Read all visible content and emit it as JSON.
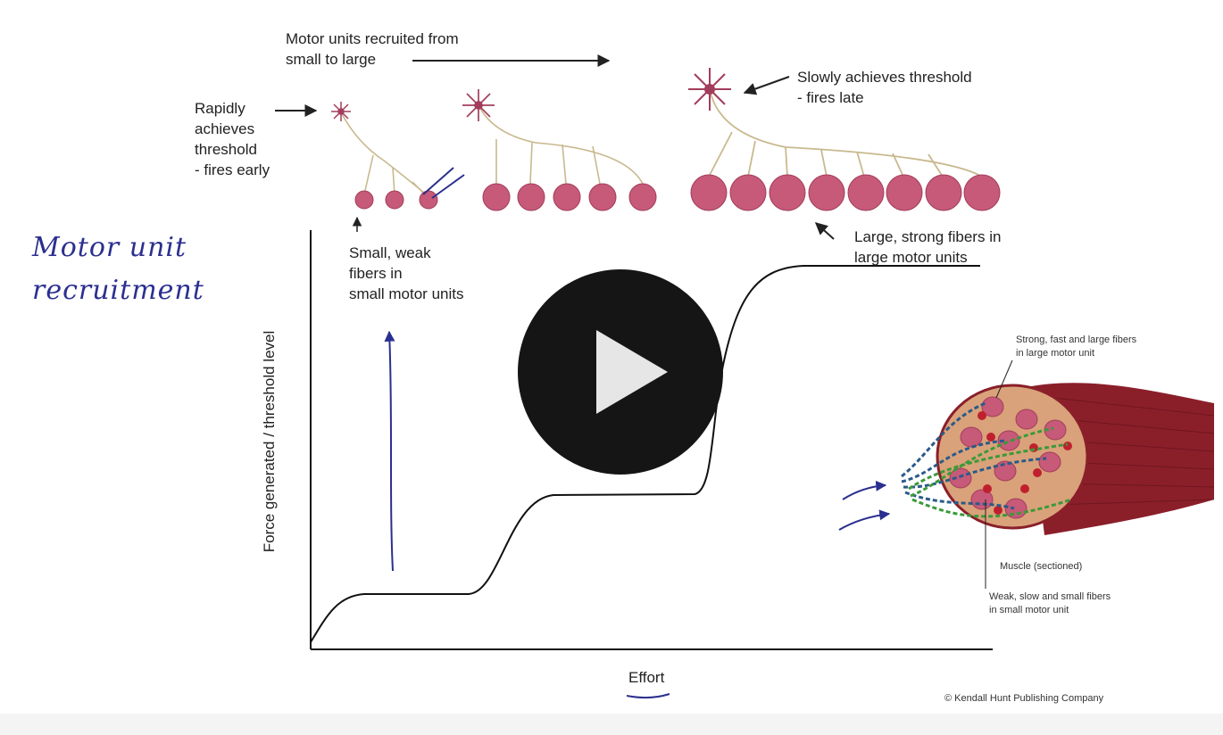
{
  "video": {
    "play_button": "play-icon",
    "handwritten_title": "Motor unit\nrecruitment"
  },
  "diagram": {
    "top_label": "Motor units recruited from\nsmall to large",
    "left_note": "Rapidly\nachieves\nthreshold\n- fires early",
    "right_note": "Slowly achieves threshold\n- fires late",
    "small_fibers": "Small, weak\nfibers in\nsmall motor units",
    "large_fibers": "Large, strong fibers in\nlarge motor units",
    "ylabel": "Force generated / threshold level",
    "xlabel": "Effort",
    "muscle_top": "Strong, fast and large fibers\nin large motor unit",
    "muscle_section": "Muscle (sectioned)",
    "muscle_bottom": "Weak, slow and small fibers\nin small motor unit",
    "copyright": "© Kendall Hunt Publishing Company",
    "colors": {
      "fiber": "#c65a78",
      "fiber_stroke": "#a33d5c",
      "neuron_branch": "#c8b98e",
      "ink_blue": "#2b2f8f",
      "muscle": "#8a1f2a",
      "play_bg": "#151515",
      "play_icon": "#e6e6e6"
    }
  }
}
